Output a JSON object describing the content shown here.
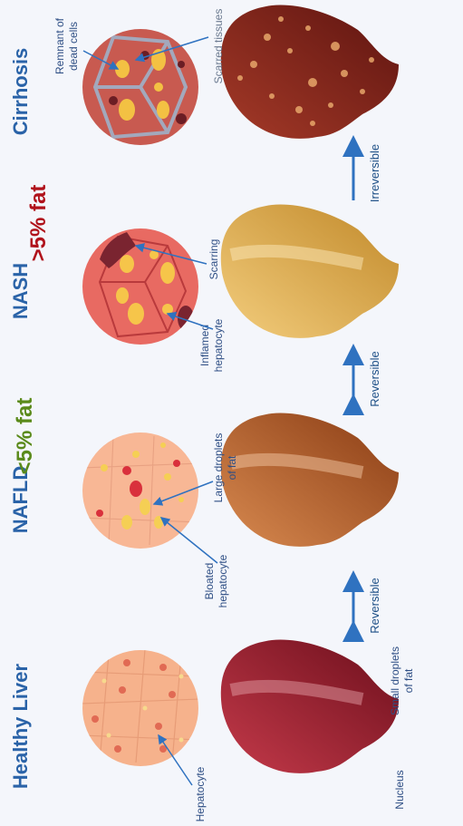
{
  "stages": [
    {
      "title": "Healthy Liver"
    },
    {
      "title": "NAFLD"
    },
    {
      "title": "NASH"
    },
    {
      "title": "Cirrhosis"
    }
  ],
  "transitions": [
    "Reversible",
    "Reversible",
    "Irreversible"
  ],
  "labels": {
    "hepatocyte": "Hepatocyte",
    "nucleus": "Nucleus",
    "small_droplets_1": "Small droplets",
    "small_droplets_2": "of fat",
    "bloated_1": "Bloated",
    "bloated_2": "hepatocyte",
    "large_droplets_1": "Large droplets",
    "large_droplets_2": "of fat",
    "scarring": "Scarring",
    "inflamed_1": "Inflamed",
    "inflamed_2": "hepatocyte",
    "scarred_tissues": "Scarred tissues",
    "remnant_1": "Remnant of",
    "remnant_2": "dead cells"
  },
  "fat": {
    "low": "<5% fat",
    "high": ">5% fat"
  },
  "colors": {
    "title_blue": "#2a63a8",
    "arrow_blue": "#2f72c0",
    "low_green": "#5a8a1a",
    "high_red": "#b0121b"
  }
}
